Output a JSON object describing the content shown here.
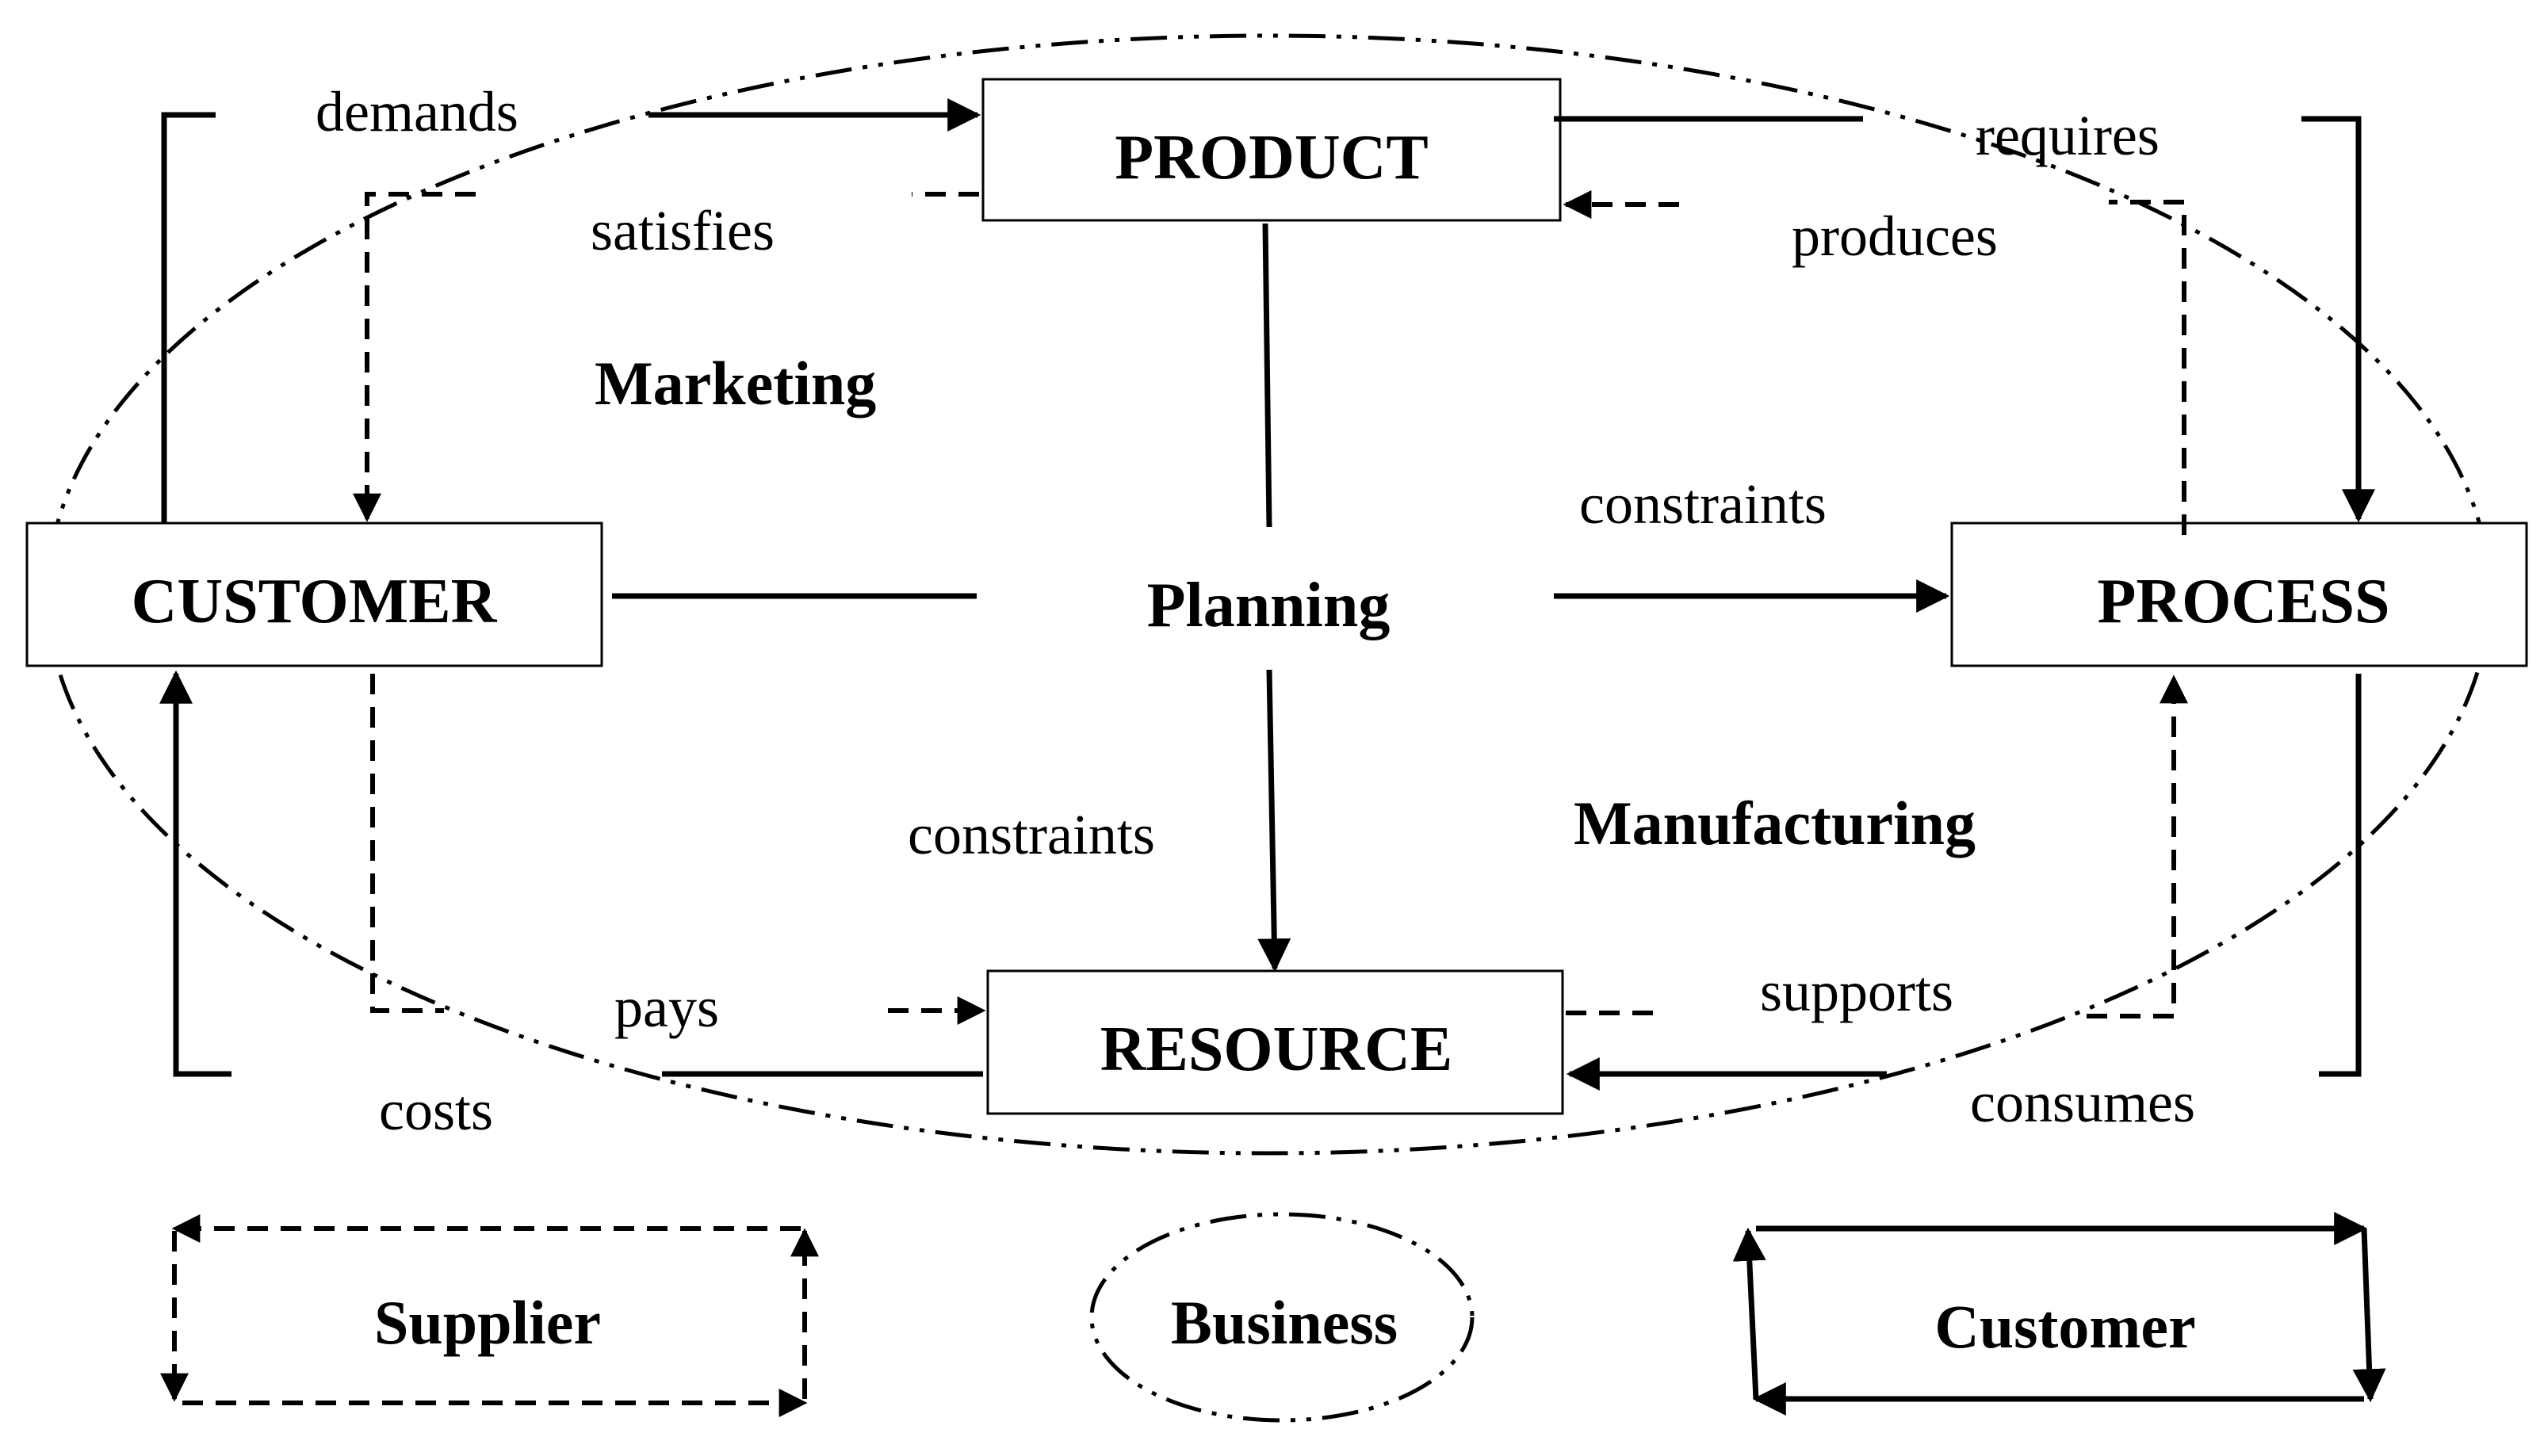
{
  "nodes": {
    "product": "PRODUCT",
    "customer": "CUSTOMER",
    "process": "PROCESS",
    "resource": "RESOURCE",
    "planning": "Planning"
  },
  "relations": {
    "demands": "demands",
    "satisfies": "satisfies",
    "requires": "requires",
    "produces": "produces",
    "constraints_process": "constraints",
    "constraints_resource": "constraints",
    "pays": "pays",
    "costs": "costs",
    "supports": "supports",
    "consumes": "consumes"
  },
  "sections": {
    "marketing": "Marketing",
    "manufacturing": "Manufacturing"
  },
  "legend": {
    "supplier": "Supplier",
    "business": "Business",
    "customer": "Customer"
  }
}
